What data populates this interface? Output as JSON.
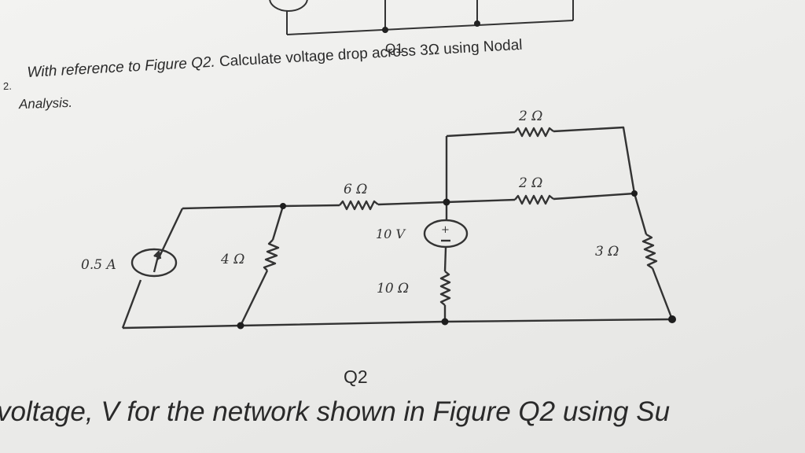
{
  "figure_q1": {
    "caption": "Q1"
  },
  "question": {
    "number": "2.",
    "text_italic": "With reference to Figure Q2.",
    "text_rest": " Calculate voltage drop across 3Ω using Nodal",
    "text_line2": "Analysis."
  },
  "circuit": {
    "r_top_right": "2 Ω",
    "r_mid_right": "2 Ω",
    "r_mid_left": "6 Ω",
    "voltage_source": "10 V",
    "current_source": "0.5 A",
    "r_shunt_left": "4 Ω",
    "r_center": "10 Ω",
    "r_right": "3 Ω",
    "plus_sign": "+"
  },
  "figure_q2": {
    "caption": "Q2"
  },
  "next_question": {
    "text_a": "voltage, ",
    "text_v": "V",
    "text_b": " for the network shown in Figure Q2 using Su"
  }
}
